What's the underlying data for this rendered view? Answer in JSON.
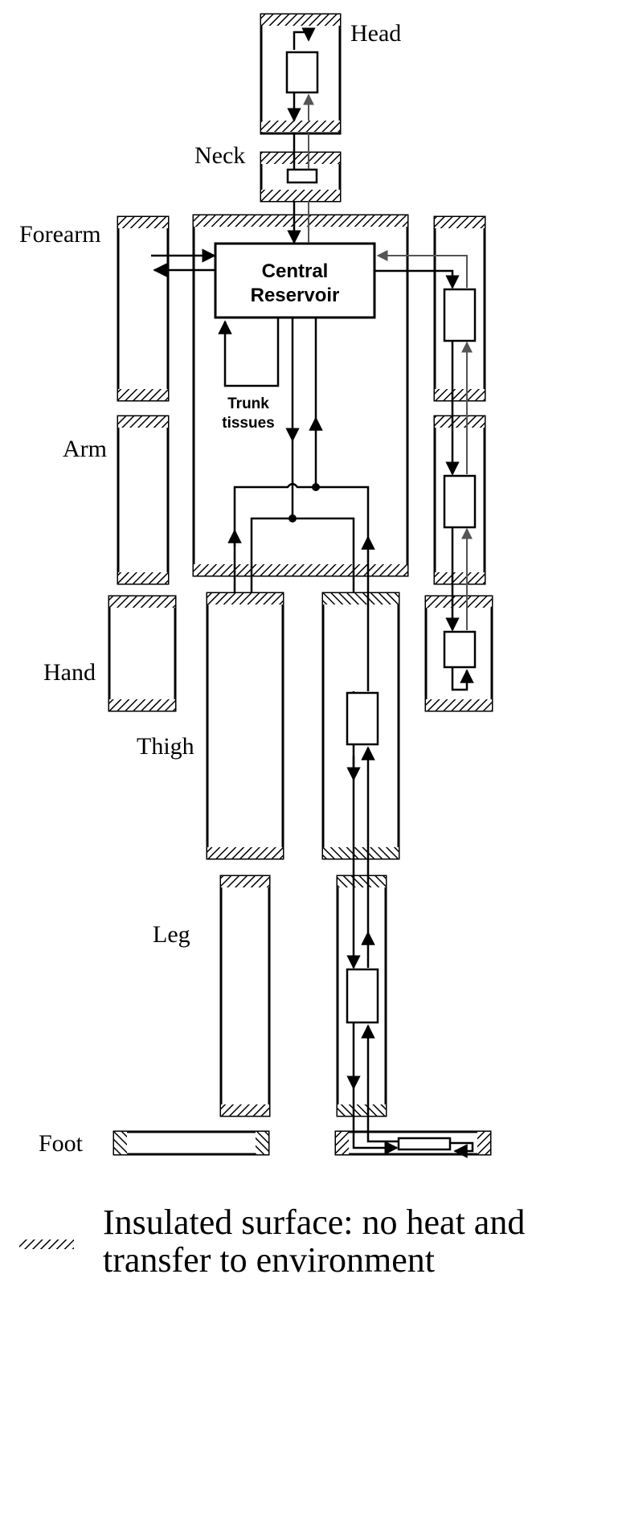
{
  "segments": {
    "head": "Head",
    "neck": "Neck",
    "forearm": "Forearm",
    "arm": "Arm",
    "hand": "Hand",
    "thigh": "Thigh",
    "leg": "Leg",
    "foot": "Foot"
  },
  "central_reservoir": {
    "line1": "Central",
    "line2": "Reservoir"
  },
  "trunk_tissues": {
    "line1": "Trunk",
    "line2": "tissues"
  },
  "legend": {
    "line1": "Insulated surface: no heat and",
    "line2": "transfer to environment"
  }
}
